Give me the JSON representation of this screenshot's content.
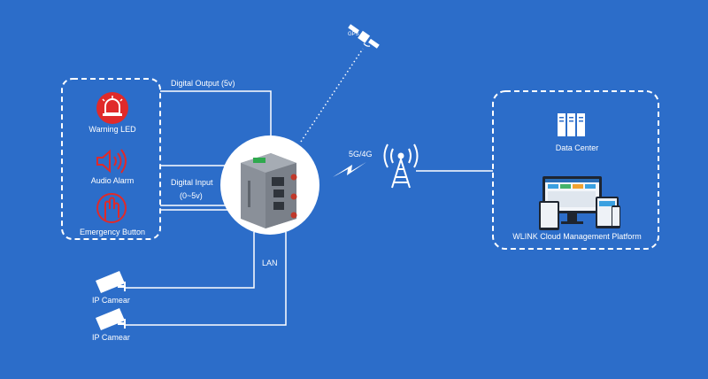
{
  "left_group": {
    "warning_led": "Warning LED",
    "audio_alarm": "Audio Alarm",
    "emergency_button": "Emergency Button"
  },
  "connections": {
    "digital_output": "Digital Output (5v)",
    "digital_input_line1": "Digital Input",
    "digital_input_line2": "(0~5v)",
    "lan": "LAN",
    "cellular": "5G/4G"
  },
  "gps": "GPS",
  "cameras": [
    "IP Camear",
    "IP Camear"
  ],
  "right_group": {
    "data_center": "Data Center",
    "platform": "WLINK Cloud Management Platform"
  },
  "colors": {
    "background": "#2c6dc9",
    "alarm_red": "#e02a2a",
    "line": "#ffffff"
  }
}
